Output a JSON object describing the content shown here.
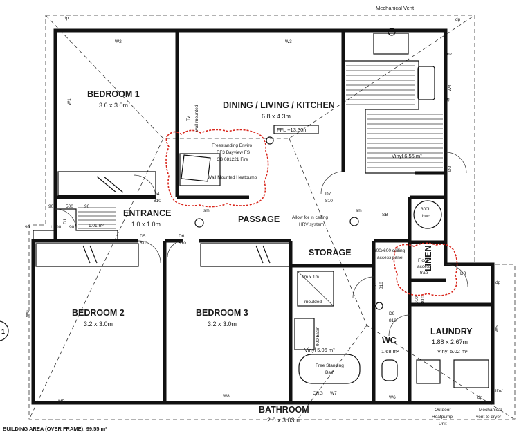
{
  "rooms": {
    "bedroom1": {
      "name": "BEDROOM 1",
      "size": "3.6 x 3.0m"
    },
    "dining": {
      "name": "DINING / LIVING / KITCHEN",
      "size": "6.8 x 4.3m"
    },
    "entrance": {
      "name": "ENTRANCE",
      "size": "1.0 x 1.0m"
    },
    "passage": {
      "name": "PASSAGE"
    },
    "storage": {
      "name": "STORAGE"
    },
    "linen": {
      "name": "LINEN"
    },
    "bedroom2": {
      "name": "BEDROOM 2",
      "size": "3.2 x 3.0m"
    },
    "bedroom3": {
      "name": "BEDROOM 3",
      "size": "3.2 x 3.0m"
    },
    "wc": {
      "name": "WC",
      "size": "1.68 m²"
    },
    "laundry": {
      "name": "LAUNDRY",
      "size": "1.88 x 2.67m",
      "floor": "Vinyl 5.02 m²"
    },
    "bathroom": {
      "name": "BATHROOM",
      "size": "2.0 x 3.03m",
      "floor": "Vinyl 5.06 m²"
    }
  },
  "notes": {
    "mechanical_vent_top": "Mechanical Vent",
    "ffl": "FFL +13.30m",
    "fire_1": "Freestanding Enviro",
    "fire_2": "EF3 Bayview FS",
    "fire_3": "CB 081221 Fire",
    "heatpump": "Wall Mounted Heatpump",
    "tv": "Tv",
    "tv_wall": "wall mounted",
    "kitchen_vinyl": "Vinyl 6.55 m²",
    "hrv_1": "Allow for in ceiling",
    "hrv_2": "HRV system",
    "hwc_1": "300L",
    "hwc_2": "hwc",
    "access_1": "600x600 ceiling",
    "access_2": "access panel",
    "floor_trap_1": "Floor",
    "floor_trap_2": "access",
    "floor_trap_3": "trap",
    "shower_1": "1m x 1m",
    "shower_2": "moulded",
    "basin": "900 basin",
    "bath_1": "Free Standing",
    "bath_2": "Bath",
    "building_area": "BUILDING AREA (OVER FRAME): 99.55 m²",
    "outdoor_1": "Outdoor",
    "outdoor_2": "Heatpump",
    "outdoor_3": "Unit",
    "vent_dryer_1": "Mechanical",
    "vent_dryer_2": "vent to dryer",
    "step_1": "1.01 m²"
  },
  "labels": {
    "w1": "W1",
    "w2": "W2",
    "w3": "W3",
    "w4": "W4",
    "w5": "W5",
    "w6": "W6",
    "w7": "W7",
    "w8": "W8",
    "w9": "W9",
    "d1": "D1",
    "d2": "D2",
    "d3": "D3",
    "d4": "D4",
    "d4w": "810",
    "d5": "D5",
    "d5w": "810",
    "d6": "D6",
    "d6w": "810",
    "d7": "D7",
    "d7w": "810",
    "d8": "D8",
    "d8w": "810",
    "d9": "D9",
    "d9w": "810",
    "d10": "D10",
    "d10w": "810",
    "dp": "dp",
    "ov": "ov",
    "gt": "gt",
    "mb": "MB",
    "org": "ORG",
    "mdv": "MDV",
    "sb": "SB",
    "sm": "sm",
    "grid": "1",
    "dim_90a": "90",
    "dim_500": "500",
    "dim_90b": "90",
    "dim_90c": "90",
    "dim_1100": "1,100",
    "dim_90d": "90"
  }
}
